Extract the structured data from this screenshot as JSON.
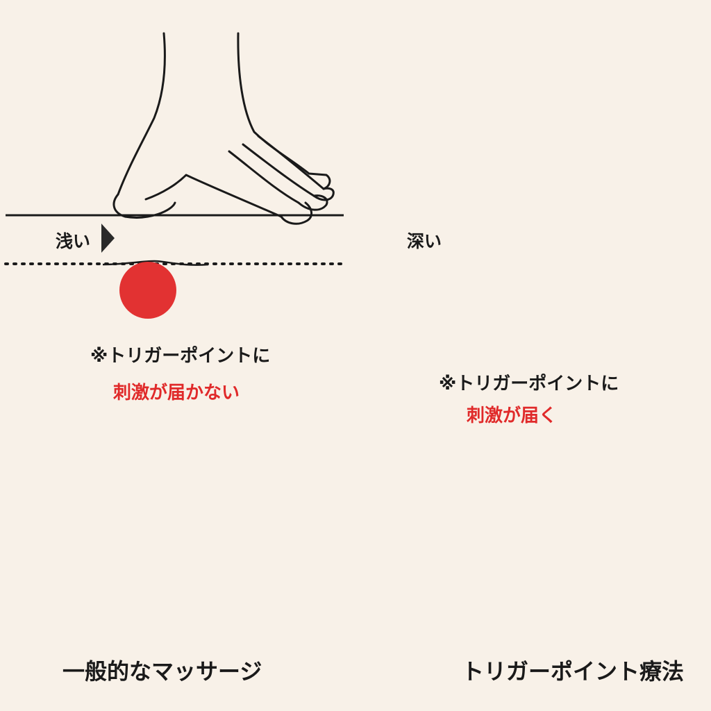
{
  "left": {
    "depth_label": "浅い",
    "note_line1": "※トリガーポイントに",
    "note_line2": "刺激が届かない",
    "caption": "一般的なマッサージ"
  },
  "right": {
    "depth_label": "深い",
    "note_line1": "※トリガーポイントに",
    "note_line2": "刺激が届く",
    "caption": "トリガーポイント療法"
  },
  "colors": {
    "background": "#f8f1e8",
    "trigger_point": "#e23232",
    "outline": "#1a1a1a",
    "highlight_text": "#e02a2a",
    "skin_top": "#eadfd0",
    "muscle": "#f0d4c6",
    "deep_tissue": "#efd7c6",
    "muscle_stripe": "#c88f8f"
  }
}
